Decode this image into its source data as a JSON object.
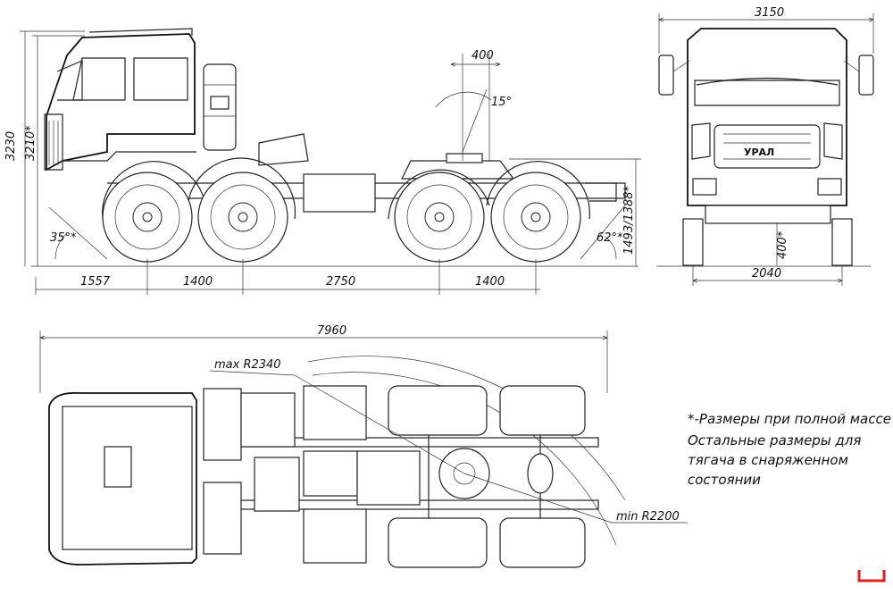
{
  "dimensions": {
    "overall_height": "3230",
    "cab_height": "3210*",
    "tilt_angle": "15°",
    "fifth_wheel_offset": "400",
    "approach_angle": "35°*",
    "departure_angle": "62°*",
    "fifth_wheel_height": "1493/1388*",
    "front_overhang": "1557",
    "axle_spacing_front": "1400",
    "wheelbase_middle": "2750",
    "axle_spacing_rear": "1400",
    "overall_width": "3150",
    "track_width": "2040",
    "ground_clearance": "400*",
    "overall_length": "7960",
    "max_turn_radius": "max R2340",
    "min_turn_radius": "min R2200"
  },
  "grille_badge": "УРАЛ",
  "notes": {
    "line1": "*-Размеры при полной массе",
    "line2": "Остальные размеры для",
    "line3": "тягача в снаряженном",
    "line4": "состоянии"
  },
  "colors": {
    "line": "#222222",
    "corner_mark": "#e0201c"
  }
}
